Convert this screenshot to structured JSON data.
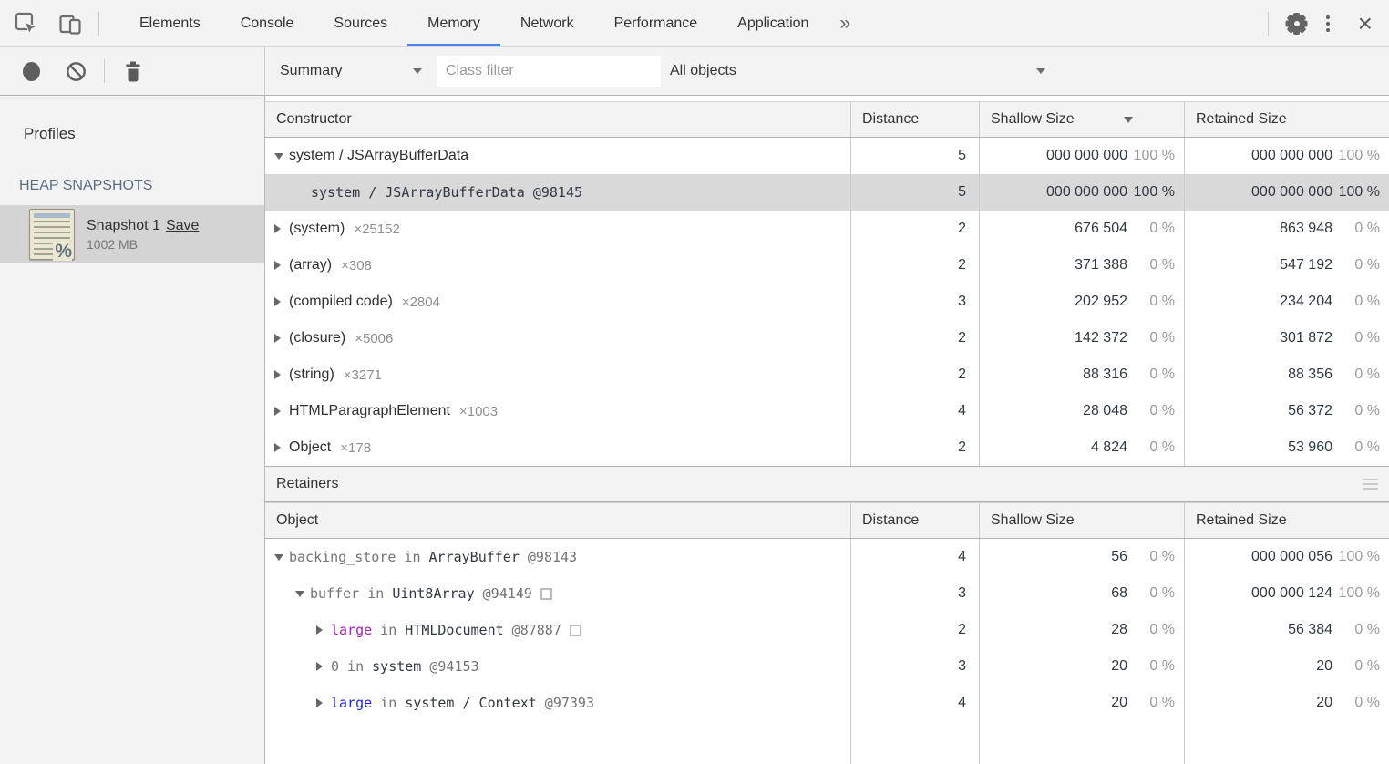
{
  "tab_bar": {
    "tabs": [
      {
        "label": "Elements"
      },
      {
        "label": "Console"
      },
      {
        "label": "Sources"
      },
      {
        "label": "Memory"
      },
      {
        "label": "Network"
      },
      {
        "label": "Performance"
      },
      {
        "label": "Application"
      }
    ],
    "active_tab": "Memory",
    "more_tabs_symbol": "»",
    "close_symbol": "×"
  },
  "toolbar": {
    "perspective_value": "Summary",
    "class_filter_placeholder": "Class filter",
    "objects_filter_value": "All objects"
  },
  "sidebar": {
    "title": "Profiles",
    "section_label": "HEAP SNAPSHOTS",
    "snapshot_name": "Snapshot 1",
    "save_label": "Save",
    "snapshot_size": "1002 MB"
  },
  "constructor_table": {
    "columns": {
      "constructor": "Constructor",
      "distance": "Distance",
      "shallow": "Shallow Size",
      "retained": "Retained Size"
    },
    "sorted_column": "Shallow Size",
    "rows": [
      {
        "arrow": "down",
        "indent": 0,
        "mono": false,
        "selected": false,
        "name": "system / JSArrayBufferData",
        "count": "",
        "distance": "5",
        "shallow": "000 000 000",
        "shallow_pct": "100 %",
        "retained": "000 000 000",
        "retained_pct": "100 %"
      },
      {
        "arrow": "none",
        "indent": 1,
        "mono": true,
        "selected": true,
        "name": "system / JSArrayBufferData @98145",
        "count": "",
        "distance": "5",
        "shallow": "000 000 000",
        "shallow_pct": "100 %",
        "retained": "000 000 000",
        "retained_pct": "100 %"
      },
      {
        "arrow": "right",
        "indent": 0,
        "mono": false,
        "selected": false,
        "name": "(system)",
        "count": "×25152",
        "distance": "2",
        "shallow": "676 504",
        "shallow_pct": "0 %",
        "retained": "863 948",
        "retained_pct": "0 %"
      },
      {
        "arrow": "right",
        "indent": 0,
        "mono": false,
        "selected": false,
        "name": "(array)",
        "count": "×308",
        "distance": "2",
        "shallow": "371 388",
        "shallow_pct": "0 %",
        "retained": "547 192",
        "retained_pct": "0 %"
      },
      {
        "arrow": "right",
        "indent": 0,
        "mono": false,
        "selected": false,
        "name": "(compiled code)",
        "count": "×2804",
        "distance": "3",
        "shallow": "202 952",
        "shallow_pct": "0 %",
        "retained": "234 204",
        "retained_pct": "0 %"
      },
      {
        "arrow": "right",
        "indent": 0,
        "mono": false,
        "selected": false,
        "name": "(closure)",
        "count": "×5006",
        "distance": "2",
        "shallow": "142 372",
        "shallow_pct": "0 %",
        "retained": "301 872",
        "retained_pct": "0 %"
      },
      {
        "arrow": "right",
        "indent": 0,
        "mono": false,
        "selected": false,
        "name": "(string)",
        "count": "×3271",
        "distance": "2",
        "shallow": "88 316",
        "shallow_pct": "0 %",
        "retained": "88 356",
        "retained_pct": "0 %"
      },
      {
        "arrow": "right",
        "indent": 0,
        "mono": false,
        "selected": false,
        "name": "HTMLParagraphElement",
        "count": "×1003",
        "distance": "4",
        "shallow": "28 048",
        "shallow_pct": "0 %",
        "retained": "56 372",
        "retained_pct": "0 %"
      },
      {
        "arrow": "right",
        "indent": 0,
        "mono": false,
        "selected": false,
        "name": "Object",
        "count": "×178",
        "distance": "2",
        "shallow": "4 824",
        "shallow_pct": "0 %",
        "retained": "53 960",
        "retained_pct": "0 %"
      }
    ]
  },
  "retainers": {
    "title": "Retainers",
    "columns": {
      "object": "Object",
      "distance": "Distance",
      "shallow": "Shallow Size",
      "retained": "Retained Size"
    },
    "rows": [
      {
        "arrow": "down",
        "indent": 0,
        "box": false,
        "distance": "4",
        "shallow": "56",
        "shallow_pct": "0 %",
        "retained": "000 000 056",
        "retained_pct": "100 %",
        "parts": [
          {
            "text": "backing_store",
            "color": "muted"
          },
          {
            "text": " in ",
            "color": "muted"
          },
          {
            "text": "ArrayBuffer",
            "color": "dark"
          },
          {
            "text": " @98143",
            "color": "muted"
          }
        ]
      },
      {
        "arrow": "down",
        "indent": 1,
        "box": true,
        "distance": "3",
        "shallow": "68",
        "shallow_pct": "0 %",
        "retained": "000 000 124",
        "retained_pct": "100 %",
        "parts": [
          {
            "text": "buffer",
            "color": "muted"
          },
          {
            "text": " in ",
            "color": "muted"
          },
          {
            "text": "Uint8Array",
            "color": "dark"
          },
          {
            "text": " @94149",
            "color": "muted"
          }
        ]
      },
      {
        "arrow": "right",
        "indent": 2,
        "box": true,
        "distance": "2",
        "shallow": "28",
        "shallow_pct": "0 %",
        "retained": "56 384",
        "retained_pct": "0 %",
        "parts": [
          {
            "text": "large",
            "color": "purple"
          },
          {
            "text": " in ",
            "color": "muted"
          },
          {
            "text": "HTMLDocument",
            "color": "dark"
          },
          {
            "text": " @87887",
            "color": "muted"
          }
        ]
      },
      {
        "arrow": "right",
        "indent": 2,
        "box": false,
        "distance": "3",
        "shallow": "20",
        "shallow_pct": "0 %",
        "retained": "20",
        "retained_pct": "0 %",
        "parts": [
          {
            "text": "0",
            "color": "muted"
          },
          {
            "text": " in ",
            "color": "muted"
          },
          {
            "text": "system",
            "color": "dark"
          },
          {
            "text": " @94153",
            "color": "muted"
          }
        ]
      },
      {
        "arrow": "right",
        "indent": 2,
        "box": false,
        "distance": "4",
        "shallow": "20",
        "shallow_pct": "0 %",
        "retained": "20",
        "retained_pct": "0 %",
        "parts": [
          {
            "text": "large",
            "color": "blue"
          },
          {
            "text": " in ",
            "color": "muted"
          },
          {
            "text": "system / Context",
            "color": "dark"
          },
          {
            "text": " @97393",
            "color": "muted"
          }
        ]
      }
    ]
  },
  "colors": {
    "accent_blue": "#4285f4",
    "selected_row": "#d9d9d9",
    "retainer_purple": "#9c27b0",
    "retainer_blue": "#2328dd"
  }
}
